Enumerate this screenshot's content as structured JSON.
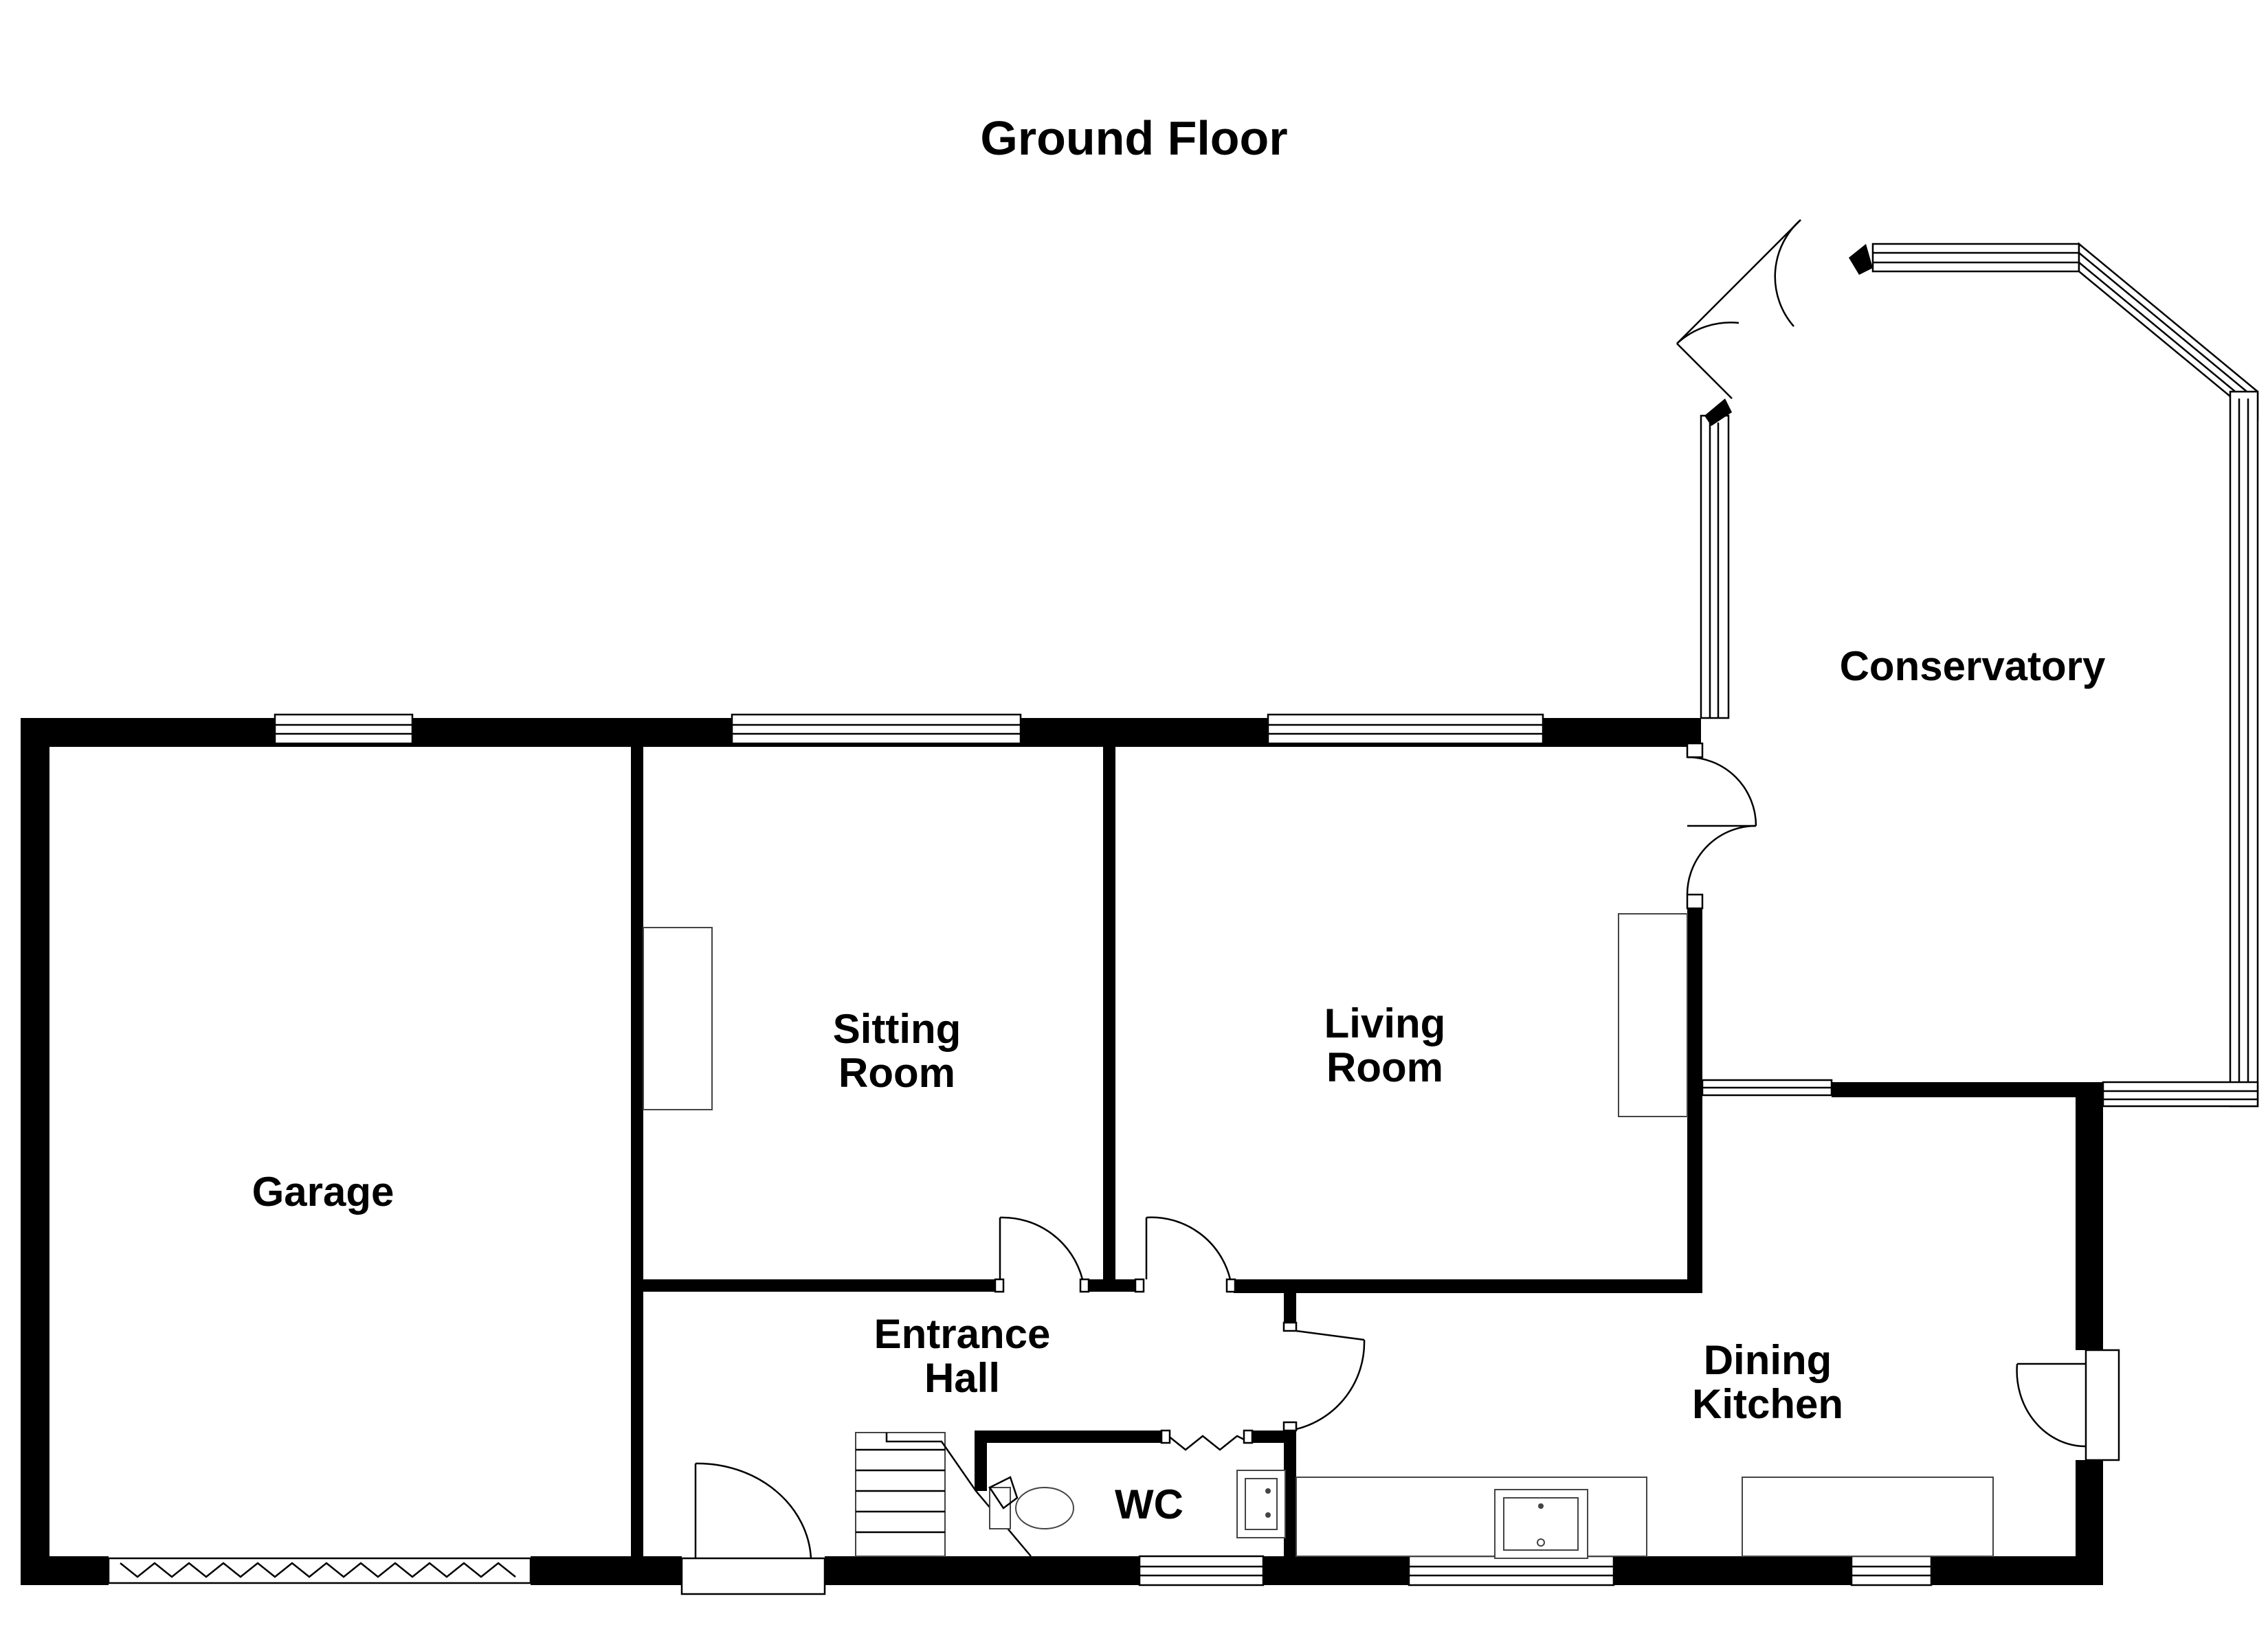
{
  "title": "Ground Floor",
  "rooms": {
    "garage": "Garage",
    "sitting_room": [
      "Sitting",
      "Room"
    ],
    "living_room": [
      "Living",
      "Room"
    ],
    "conservatory": "Conservatory",
    "entrance_hall": [
      "Entrance",
      "Hall"
    ],
    "wc": "WC",
    "dining_kitchen": [
      "Dining",
      "Kitchen"
    ]
  }
}
